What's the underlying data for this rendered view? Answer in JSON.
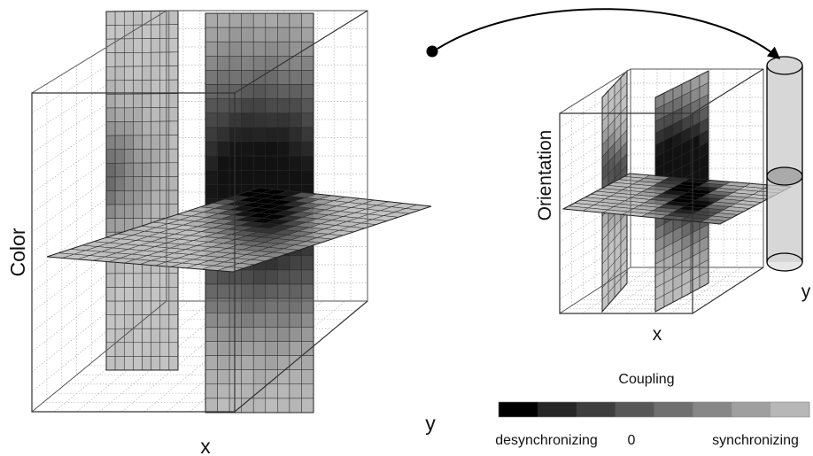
{
  "left_cube": {
    "axis_x": "x",
    "axis_y": "y",
    "axis_vertical": "Color"
  },
  "right_cube": {
    "axis_x": "x",
    "axis_y": "y",
    "axis_vertical": "Orientation"
  },
  "legend": {
    "title": "Coupling",
    "left_label": "desynchronizing",
    "center_label": "0",
    "right_label": "synchronizing",
    "swatches": [
      "#000000",
      "#262626",
      "#3e3e3e",
      "#575757",
      "#6f6f6f",
      "#878787",
      "#9f9f9f",
      "#b7b7b7"
    ]
  },
  "colors": {
    "grid": "#b4b4b4",
    "frame": "#555555",
    "edge": "#333333",
    "cylinder": "#c9c9c9"
  }
}
